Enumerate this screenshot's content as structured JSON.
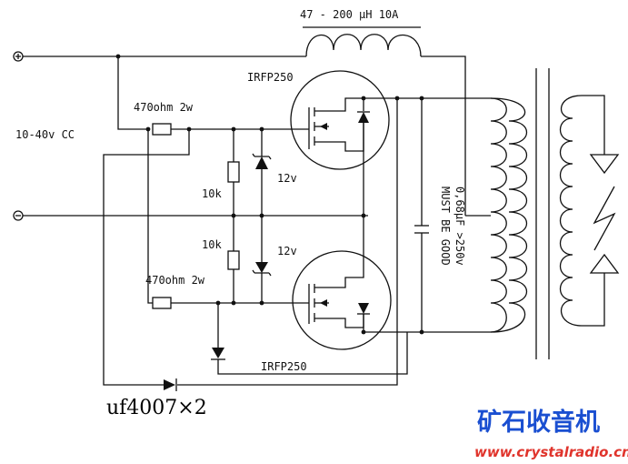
{
  "labels": {
    "inductor": "47 - 200 µH 10A",
    "mosfet_top": "IRFP250",
    "mosfet_bottom": "IRFP250",
    "resistor_top": "470ohm 2w",
    "resistor_bottom": "470ohm 2w",
    "supply": "10-40v CC",
    "r10k_top": "10k",
    "r10k_bottom": "10k",
    "zener_top": "12v",
    "zener_bottom": "12v",
    "cap_line1": "0,68µF >250v",
    "cap_line2": "MUST BE GOOD",
    "diodes": "uf4007×2",
    "plus": "+",
    "minus": "−"
  },
  "watermark": {
    "title": "矿石收音机",
    "url": "www.crystalradio.cn",
    "title_color": "#1a4fd1",
    "url_color": "#e0342c"
  }
}
